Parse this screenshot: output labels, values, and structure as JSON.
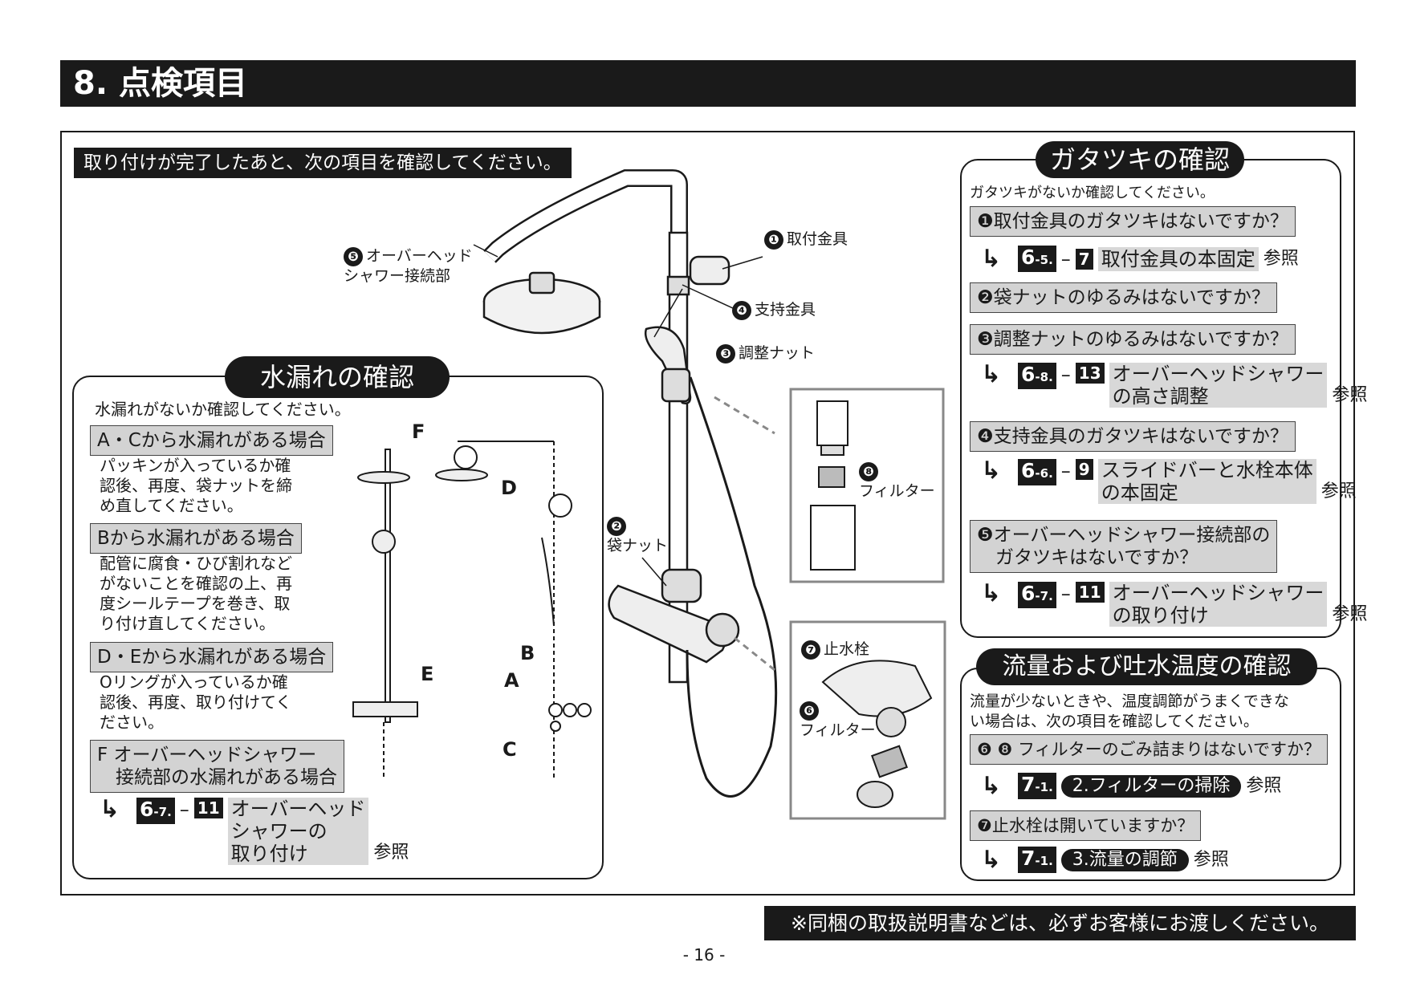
{
  "header": {
    "title": "8. 点検項目"
  },
  "intro": "取り付けが完了したあと、次の項目を確認してください。",
  "diagram": {
    "labels": {
      "n1": "取付金具",
      "n4": "支持金具",
      "n3": "調整ナット",
      "n5": "オーバーヘッド\nシャワー接続部",
      "n2": "袋ナット",
      "n8": "フィルター",
      "n7": "止水栓",
      "n6": "フィルター"
    },
    "markers": {
      "1": "❶",
      "2": "❷",
      "3": "❸",
      "4": "❹",
      "5": "❺",
      "6": "❻",
      "7": "❼",
      "8": "❽"
    },
    "letters": {
      "A": "A",
      "B": "B",
      "C": "C",
      "D": "D",
      "E": "E",
      "F": "F"
    }
  },
  "leak": {
    "title": "水漏れの確認",
    "lead": "水漏れがないか確認してください。",
    "case_ac": {
      "heading": "A・Cから水漏れがある場合",
      "text": "パッキンが入っているか確\n認後、再度、袋ナットを締\nめ直してください。"
    },
    "case_b": {
      "heading": "Bから水漏れがある場合",
      "text": "配管に腐食・ひび割れなど\nがないことを確認の上、再\n度シールテープを巻き、取\nり付け直してください。"
    },
    "case_de": {
      "heading": "D・Eから水漏れがある場合",
      "text": "Oリングが入っているか確\n認後、再度、取り付けてく\nださい。"
    },
    "case_f": {
      "heading": "F オーバーヘッドシャワー\n　接続部の水漏れがある場合"
    },
    "ref": {
      "chapter": "6",
      "sub": "-7.",
      "step": "11",
      "text": "オーバーヘッド\nシャワーの\n取り付け",
      "see": "参照"
    }
  },
  "play": {
    "title": "ガタツキの確認",
    "lead": "ガタツキがないか確認してください。",
    "items": [
      {
        "q": "❶取付金具のガタツキはないですか？",
        "ref": {
          "chapter": "6",
          "sub": "-5.",
          "step": "7",
          "text": "取付金具の本固定",
          "see": "参照"
        }
      },
      {
        "q": "❷袋ナットのゆるみはないですか？"
      },
      {
        "q": "❸調整ナットのゆるみはないですか？",
        "ref": {
          "chapter": "6",
          "sub": "-8.",
          "step": "13",
          "text": "オーバーヘッドシャワー\nの高さ調整",
          "see": "参照"
        }
      },
      {
        "q": "❹支持金具のガタツキはないですか？",
        "ref": {
          "chapter": "6",
          "sub": "-6.",
          "step": "9",
          "text": "スライドバーと水栓本体\nの本固定",
          "see": "参照"
        }
      },
      {
        "q": "❺オーバーヘッドシャワー接続部の\n　ガタツキはないですか？",
        "ref": {
          "chapter": "6",
          "sub": "-7.",
          "step": "11",
          "text": "オーバーヘッドシャワー\nの取り付け",
          "see": "参照"
        }
      }
    ]
  },
  "flow": {
    "title": "流量および吐水温度の確認",
    "lead": "流量が少ないときや、温度調節がうまくできな\nい場合は、次の項目を確認してください。",
    "items": [
      {
        "q": "❻ ❽ フィルターのごみ詰まりはないですか？",
        "ref": {
          "chapter": "7",
          "sub": "-1.",
          "pill": "2.フィルターの掃除",
          "see": "参照"
        }
      },
      {
        "q": "❼止水栓は開いていますか？",
        "ref": {
          "chapter": "7",
          "sub": "-1.",
          "pill": "3.流量の調節",
          "see": "参照"
        }
      }
    ]
  },
  "footer": {
    "note": "※同梱の取扱説明書などは、必ずお客様にお渡しください。",
    "page": "- 16 -"
  }
}
